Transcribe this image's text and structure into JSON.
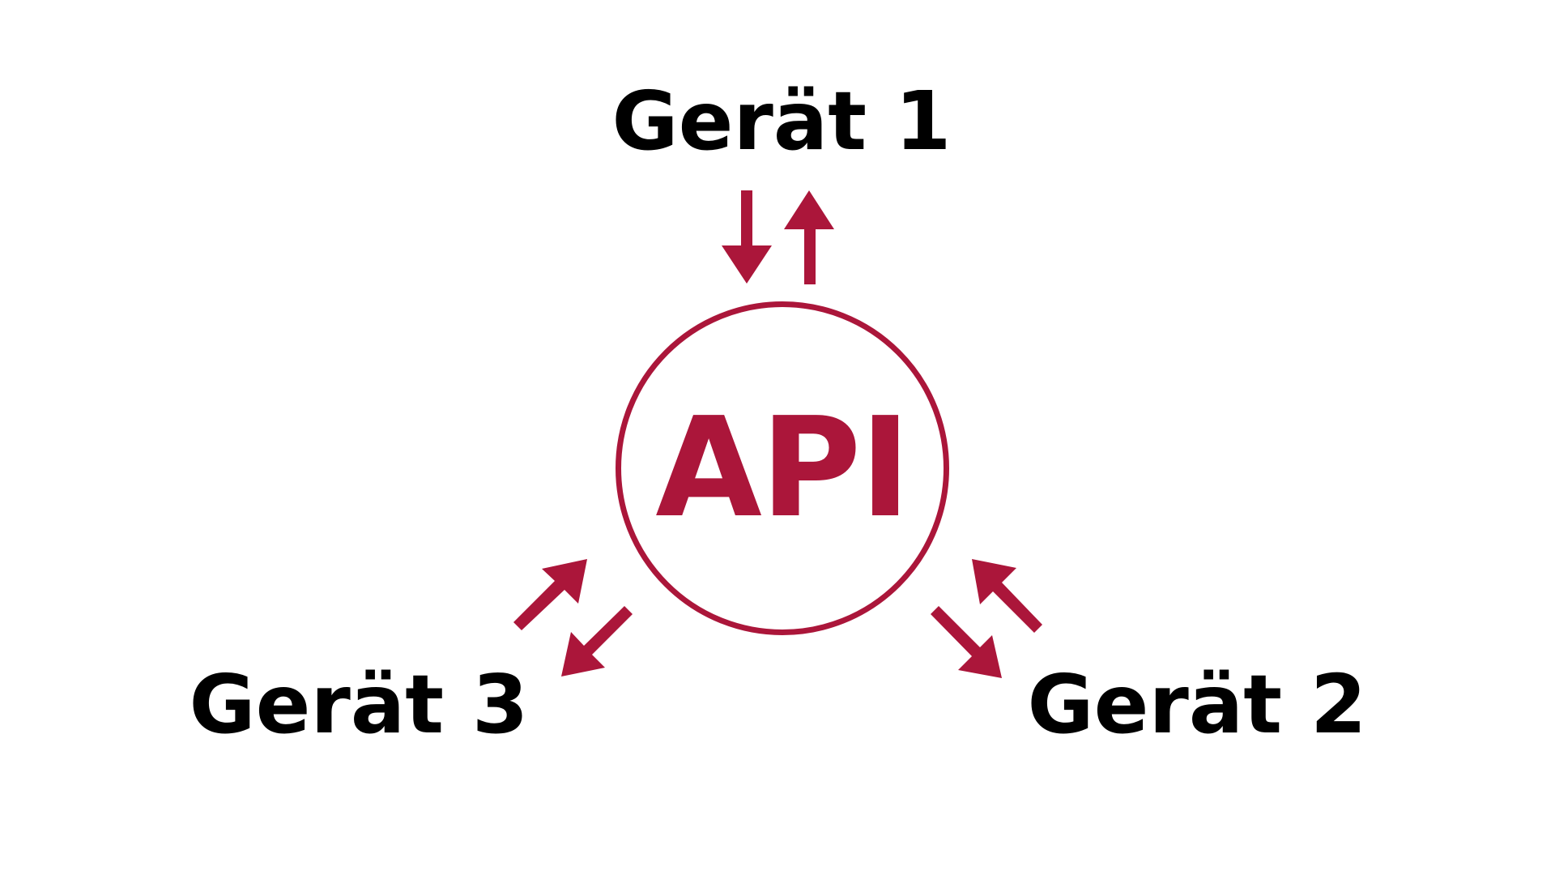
{
  "diagram": {
    "hub": {
      "label": "API"
    },
    "devices": [
      {
        "id": "device-1",
        "label": "Gerät 1"
      },
      {
        "id": "device-2",
        "label": "Gerät 2"
      },
      {
        "id": "device-3",
        "label": "Gerät 3"
      }
    ],
    "colors": {
      "accent": "#ab163a",
      "text": "#000000",
      "background": "#ffffff"
    }
  }
}
